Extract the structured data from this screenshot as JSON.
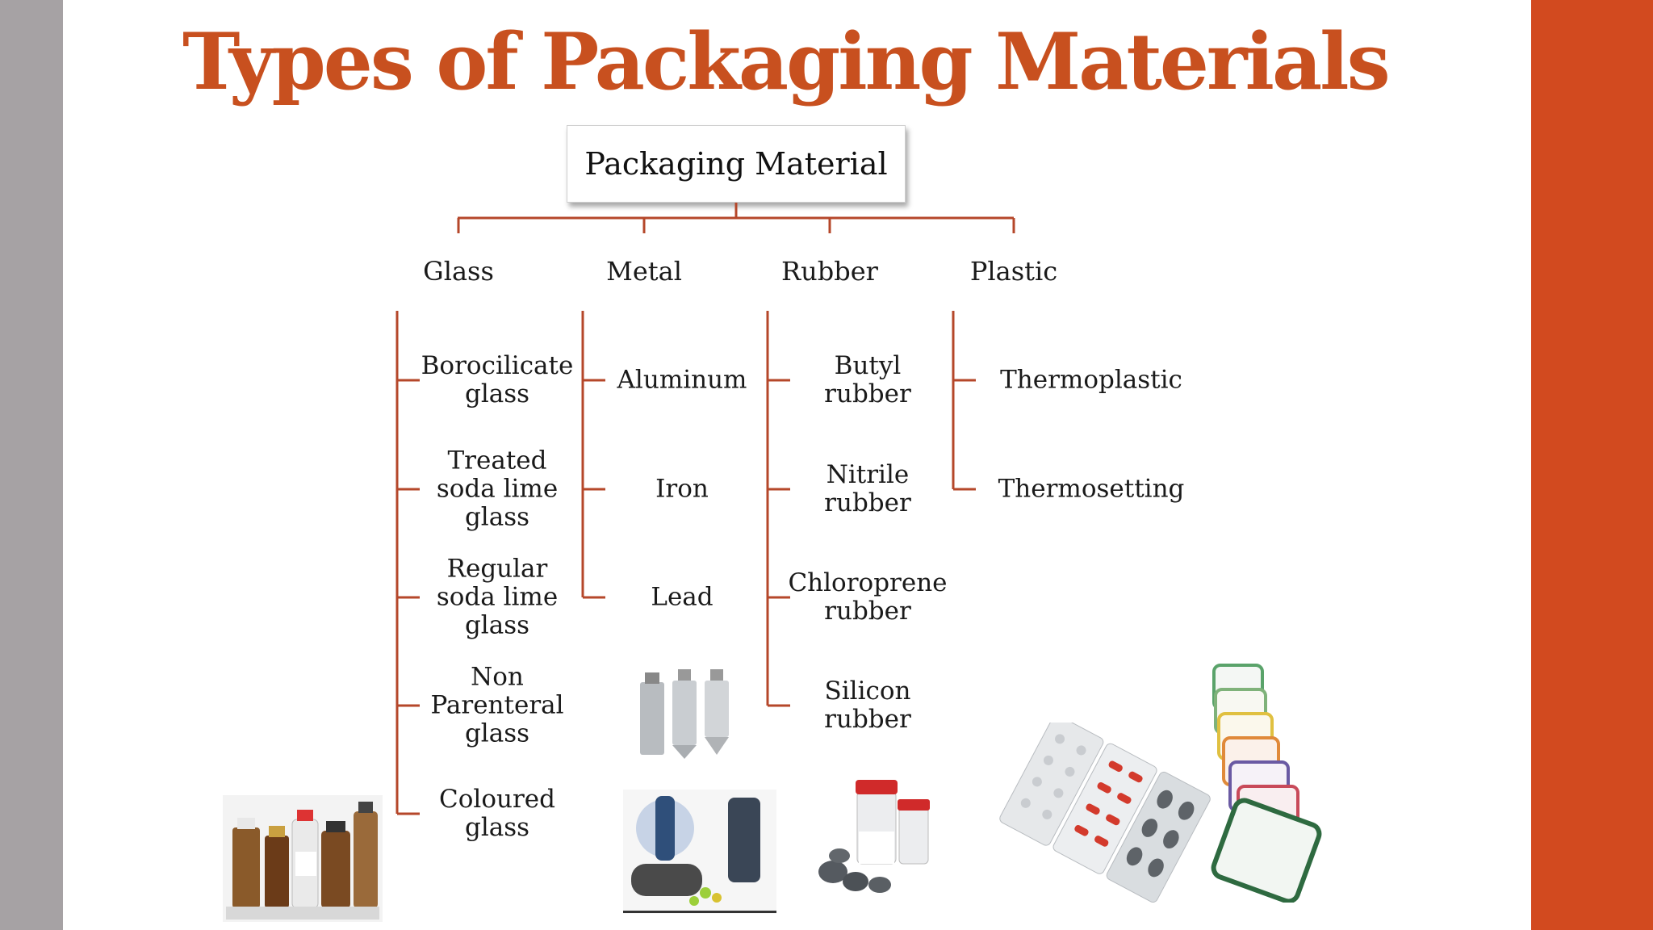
{
  "title": "Types of Packaging Materials",
  "root": "Packaging Material",
  "categories": [
    {
      "label": "Glass",
      "items": [
        "Borocilicate\nglass",
        "Treated\nsoda lime\nglass",
        "Regular\nsoda lime\nglass",
        "Non\nParenteral\nglass",
        "Coloured\nglass"
      ]
    },
    {
      "label": "Metal",
      "items": [
        "Aluminum",
        "Iron",
        "Lead"
      ]
    },
    {
      "label": "Rubber",
      "items": [
        "Butyl\nrubber",
        "Nitrile\nrubber",
        "Chloroprene\nrubber",
        "Silicon\nrubber"
      ]
    },
    {
      "label": "Plastic",
      "items": [
        "Thermoplastic",
        "Thermosetting"
      ]
    }
  ],
  "colors": {
    "accent": "#c8501f",
    "sidebar_right": "#d24a1f",
    "sidebar_left": "#a6a2a4",
    "connector": "#b5472a"
  },
  "images": [
    "glass-bottles-photo",
    "metal-tubes-photo",
    "metal-containers-photo",
    "rubber-stoppers-vials-photo",
    "blister-packs-photo",
    "plastic-cases-photo"
  ]
}
